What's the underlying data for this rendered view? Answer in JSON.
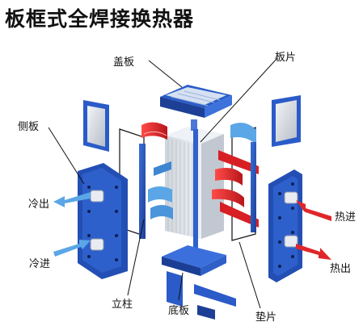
{
  "title": "板框式全焊接换热器",
  "labels": {
    "cover_plate": "盖板",
    "plate_sheet": "板片",
    "side_plate": "侧板",
    "cold_out": "冷出",
    "cold_in": "冷进",
    "hot_in": "热进",
    "hot_out": "热出",
    "column": "立柱",
    "base_plate": "底板",
    "gasket": "垫片"
  },
  "colors": {
    "blue": "#1f4fb8",
    "light_blue": "#5aa6e6",
    "red": "#e0262a",
    "gray_core": "#d9dde3"
  }
}
